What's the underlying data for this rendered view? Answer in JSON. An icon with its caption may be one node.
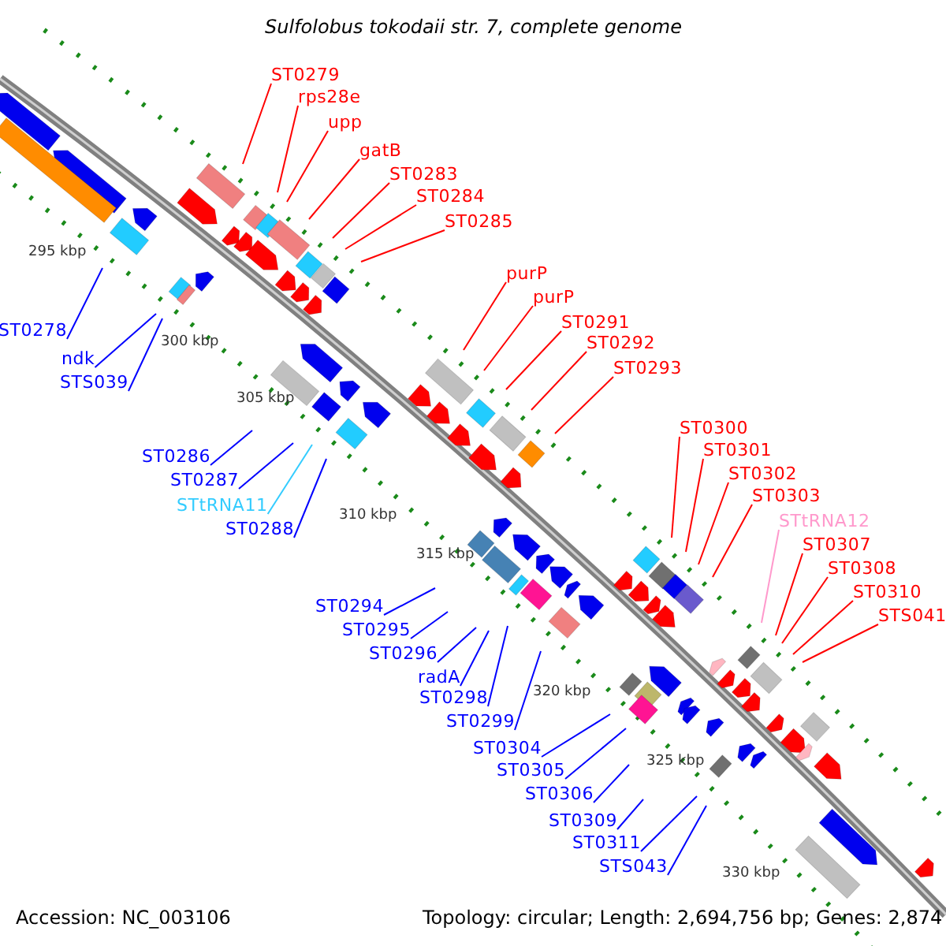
{
  "diagram": {
    "title": "Sulfolobus tokodaii str. 7, complete genome",
    "nodes": [
      {
        "text": [
          "ST0279"
        ]
      },
      {
        "text": [
          "rps28e"
        ]
      },
      {
        "text": [
          "upp"
        ]
      },
      {
        "text": [
          "gatB"
        ]
      },
      {
        "text": [
          "ST0283"
        ]
      },
      {
        "text": [
          "ST0284"
        ]
      },
      {
        "text": [
          "ST0285"
        ]
      },
      {
        "text": [
          "purP"
        ]
      },
      {
        "text": [
          "purP"
        ]
      },
      {
        "text": [
          "ST0291"
        ]
      },
      {
        "text": [
          "ST0278"
        ]
      },
      {
        "text": [
          "ST0292"
        ]
      },
      {
        "text": [
          "ndk"
        ]
      },
      {
        "text": [
          "ST0293"
        ]
      },
      {
        "text": [
          "STS039"
        ]
      },
      {
        "text": [
          "ST0300"
        ]
      },
      {
        "text": [
          "ST0301"
        ]
      },
      {
        "text": [
          "ST0286"
        ]
      },
      {
        "text": [
          "ST0302"
        ]
      },
      {
        "text": [
          "ST0287"
        ]
      },
      {
        "text": [
          "ST0303"
        ]
      },
      {
        "text": [
          "STtRNA11"
        ]
      },
      {
        "text": [
          "STtRNA12"
        ]
      },
      {
        "text": [
          "ST0288"
        ]
      },
      {
        "text": [
          "ST0307"
        ]
      },
      {
        "text": [
          "ST0308"
        ]
      },
      {
        "text": [
          "ST0310"
        ]
      },
      {
        "text": [
          "ST0294"
        ]
      },
      {
        "text": [
          "STS041"
        ]
      },
      {
        "text": [
          "ST0295"
        ]
      },
      {
        "text": [
          "ST0296"
        ]
      },
      {
        "text": [
          "radA"
        ]
      },
      {
        "text": [
          "ST0298"
        ]
      },
      {
        "text": [
          "ST0299"
        ]
      },
      {
        "text": [
          "ST0304"
        ]
      },
      {
        "text": [
          "ST0305"
        ]
      },
      {
        "text": [
          "ST0306"
        ]
      },
      {
        "text": [
          "ST0309"
        ]
      },
      {
        "text": [
          "ST0311"
        ]
      },
      {
        "text": [
          "STS043"
        ]
      }
    ],
    "edges": [
      {
        "from": 0,
        "to": null,
        "arrow": "none"
      },
      {
        "from": 1,
        "to": null,
        "arrow": "none"
      },
      {
        "from": 2,
        "to": null,
        "arrow": "none"
      },
      {
        "from": 3,
        "to": null,
        "arrow": "none"
      },
      {
        "from": 4,
        "to": null,
        "arrow": "none"
      },
      {
        "from": 5,
        "to": null,
        "arrow": "none"
      },
      {
        "from": 6,
        "to": null,
        "arrow": "none"
      },
      {
        "from": 7,
        "to": null,
        "arrow": "none"
      },
      {
        "from": 8,
        "to": null,
        "arrow": "none"
      },
      {
        "from": 9,
        "to": null,
        "arrow": "none"
      },
      {
        "from": 10,
        "to": null,
        "arrow": "none",
        "color": "#0000ff"
      },
      {
        "from": 11,
        "to": null,
        "arrow": "none"
      },
      {
        "from": 12,
        "to": null,
        "arrow": "none",
        "color": "#0000ff"
      },
      {
        "from": 13,
        "to": null,
        "arrow": "none"
      },
      {
        "from": 14,
        "to": null,
        "arrow": "none",
        "color": "#0000ff"
      },
      {
        "from": 15,
        "to": null,
        "arrow": "none"
      },
      {
        "from": 16,
        "to": null,
        "arrow": "none"
      },
      {
        "from": 17,
        "to": null,
        "arrow": "none",
        "color": "#0000ff"
      },
      {
        "from": 18,
        "to": null,
        "arrow": "none"
      },
      {
        "from": 19,
        "to": null,
        "arrow": "none",
        "color": "#0000ff"
      },
      {
        "from": 20,
        "to": null,
        "arrow": "none"
      },
      {
        "from": 21,
        "to": null,
        "arrow": "none",
        "color": "#33ccff"
      },
      {
        "from": 22,
        "to": null,
        "arrow": "none",
        "color": "#ff99cc"
      },
      {
        "from": 23,
        "to": null,
        "arrow": "none",
        "color": "#0000ff"
      },
      {
        "from": 24,
        "to": null,
        "arrow": "none"
      },
      {
        "from": 25,
        "to": null,
        "arrow": "none"
      },
      {
        "from": 26,
        "to": null,
        "arrow": "none"
      },
      {
        "from": 27,
        "to": null,
        "arrow": "none",
        "color": "#0000ff"
      },
      {
        "from": 28,
        "to": null,
        "arrow": "none"
      },
      {
        "from": 29,
        "to": null,
        "arrow": "none",
        "color": "#0000ff"
      },
      {
        "from": 30,
        "to": null,
        "arrow": "none",
        "color": "#0000ff"
      },
      {
        "from": 31,
        "to": null,
        "arrow": "none",
        "color": "#0000ff"
      },
      {
        "from": 32,
        "to": null,
        "arrow": "none",
        "color": "#0000ff"
      },
      {
        "from": 33,
        "to": null,
        "arrow": "none",
        "color": "#0000ff"
      },
      {
        "from": 34,
        "to": null,
        "arrow": "none",
        "color": "#0000ff"
      },
      {
        "from": 35,
        "to": null,
        "arrow": "none",
        "color": "#0000ff"
      },
      {
        "from": 36,
        "to": null,
        "arrow": "none",
        "color": "#0000ff"
      },
      {
        "from": 37,
        "to": null,
        "arrow": "none",
        "color": "#0000ff"
      },
      {
        "from": 38,
        "to": null,
        "arrow": "none",
        "color": "#0000ff"
      },
      {
        "from": 39,
        "to": null,
        "arrow": "none",
        "color": "#0000ff"
      }
    ],
    "labels": [
      "295 kbp",
      "300 kbp",
      "305 kbp",
      "310 kbp",
      "315 kbp",
      "320 kbp",
      "325 kbp",
      "330 kbp",
      "Accession: NC_003106",
      "Topology: circular; Length: 2,694,756 bp; Genes: 2,874"
    ]
  }
}
